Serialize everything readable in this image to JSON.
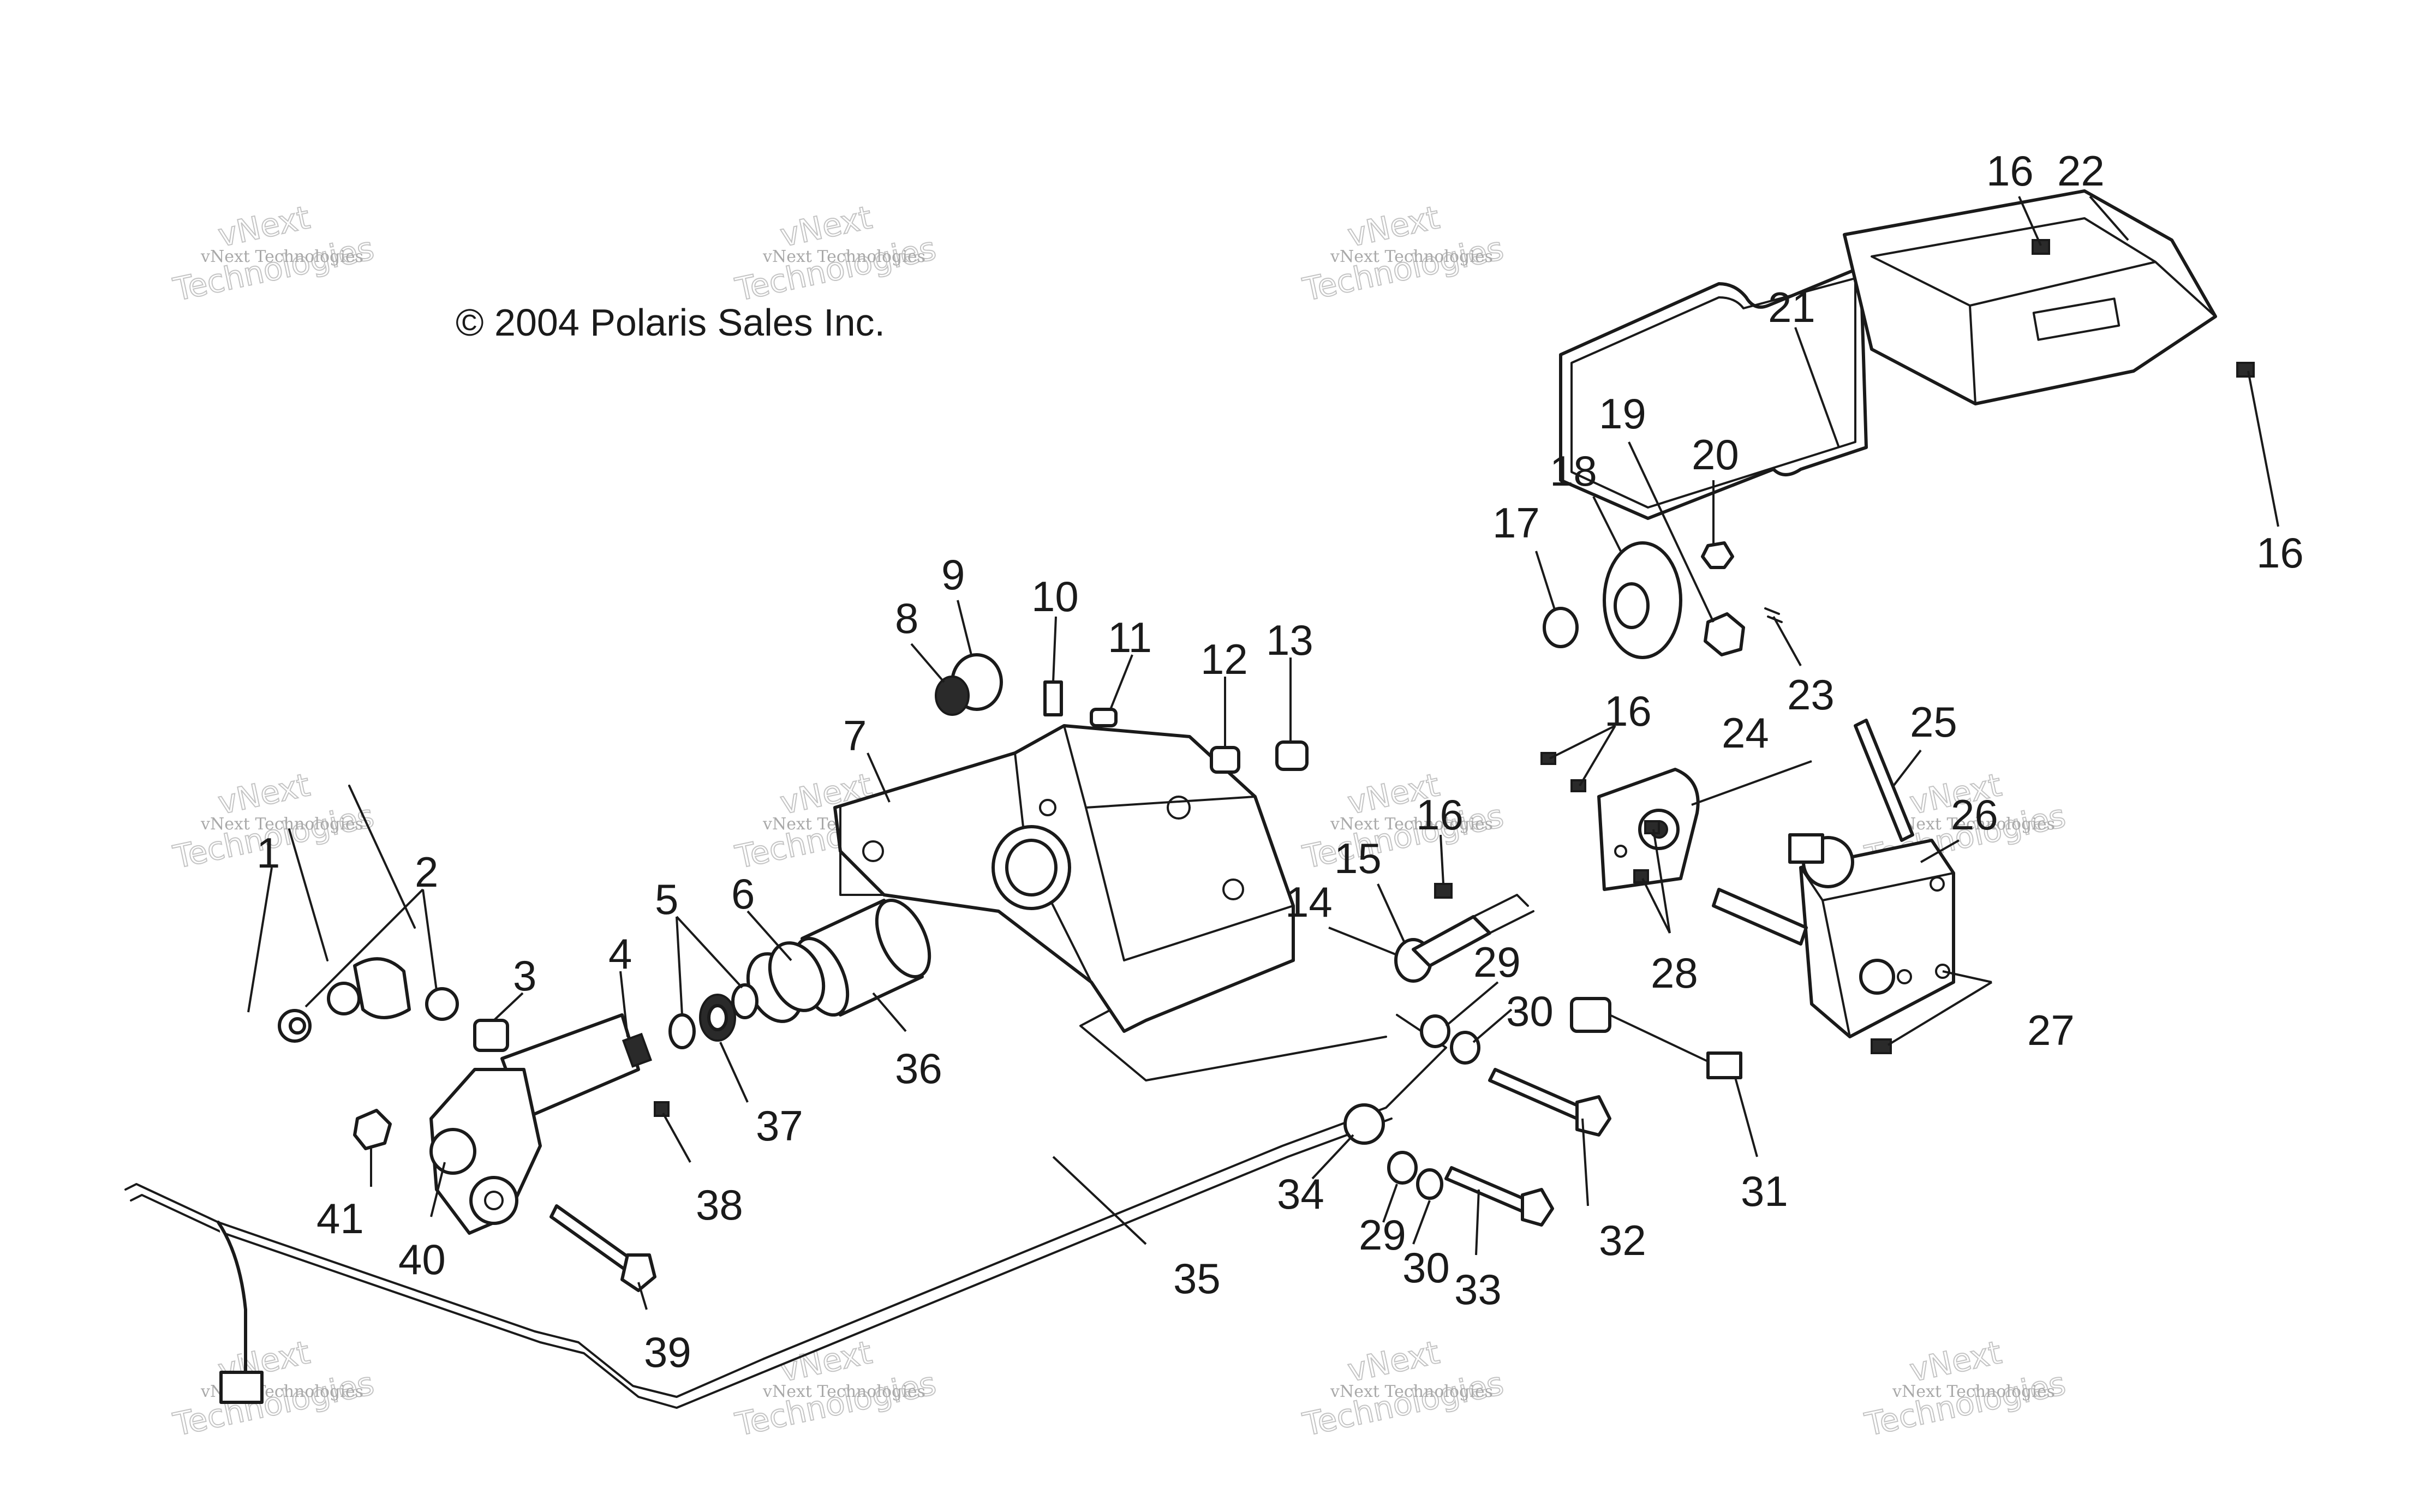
{
  "copyright": "© 2004 Polaris Sales Inc.",
  "watermark": {
    "small": "vNext Technologies",
    "big_top": "vNext",
    "big_bottom": "Technologies"
  },
  "callouts": [
    {
      "id": "c1",
      "number": "1"
    },
    {
      "id": "c2",
      "number": "2"
    },
    {
      "id": "c3",
      "number": "3"
    },
    {
      "id": "c4",
      "number": "4"
    },
    {
      "id": "c5",
      "number": "5"
    },
    {
      "id": "c6",
      "number": "6"
    },
    {
      "id": "c7",
      "number": "7"
    },
    {
      "id": "c8",
      "number": "8"
    },
    {
      "id": "c9",
      "number": "9"
    },
    {
      "id": "c10",
      "number": "10"
    },
    {
      "id": "c11",
      "number": "11"
    },
    {
      "id": "c12",
      "number": "12"
    },
    {
      "id": "c13",
      "number": "13"
    },
    {
      "id": "c14",
      "number": "14"
    },
    {
      "id": "c15",
      "number": "15"
    },
    {
      "id": "c16a",
      "number": "16"
    },
    {
      "id": "c16b",
      "number": "16"
    },
    {
      "id": "c16c",
      "number": "16"
    },
    {
      "id": "c16d",
      "number": "16"
    },
    {
      "id": "c17",
      "number": "17"
    },
    {
      "id": "c18",
      "number": "18"
    },
    {
      "id": "c19",
      "number": "19"
    },
    {
      "id": "c20",
      "number": "20"
    },
    {
      "id": "c21",
      "number": "21"
    },
    {
      "id": "c22",
      "number": "22"
    },
    {
      "id": "c23",
      "number": "23"
    },
    {
      "id": "c24",
      "number": "24"
    },
    {
      "id": "c25",
      "number": "25"
    },
    {
      "id": "c26",
      "number": "26"
    },
    {
      "id": "c27",
      "number": "27"
    },
    {
      "id": "c28",
      "number": "28"
    },
    {
      "id": "c29a",
      "number": "29"
    },
    {
      "id": "c29b",
      "number": "29"
    },
    {
      "id": "c30a",
      "number": "30"
    },
    {
      "id": "c30b",
      "number": "30"
    },
    {
      "id": "c31",
      "number": "31"
    },
    {
      "id": "c32",
      "number": "32"
    },
    {
      "id": "c33",
      "number": "33"
    },
    {
      "id": "c34",
      "number": "34"
    },
    {
      "id": "c35",
      "number": "35"
    },
    {
      "id": "c36",
      "number": "36"
    },
    {
      "id": "c37",
      "number": "37"
    },
    {
      "id": "c38",
      "number": "38"
    },
    {
      "id": "c39",
      "number": "39"
    },
    {
      "id": "c40",
      "number": "40"
    },
    {
      "id": "c41",
      "number": "41"
    }
  ]
}
